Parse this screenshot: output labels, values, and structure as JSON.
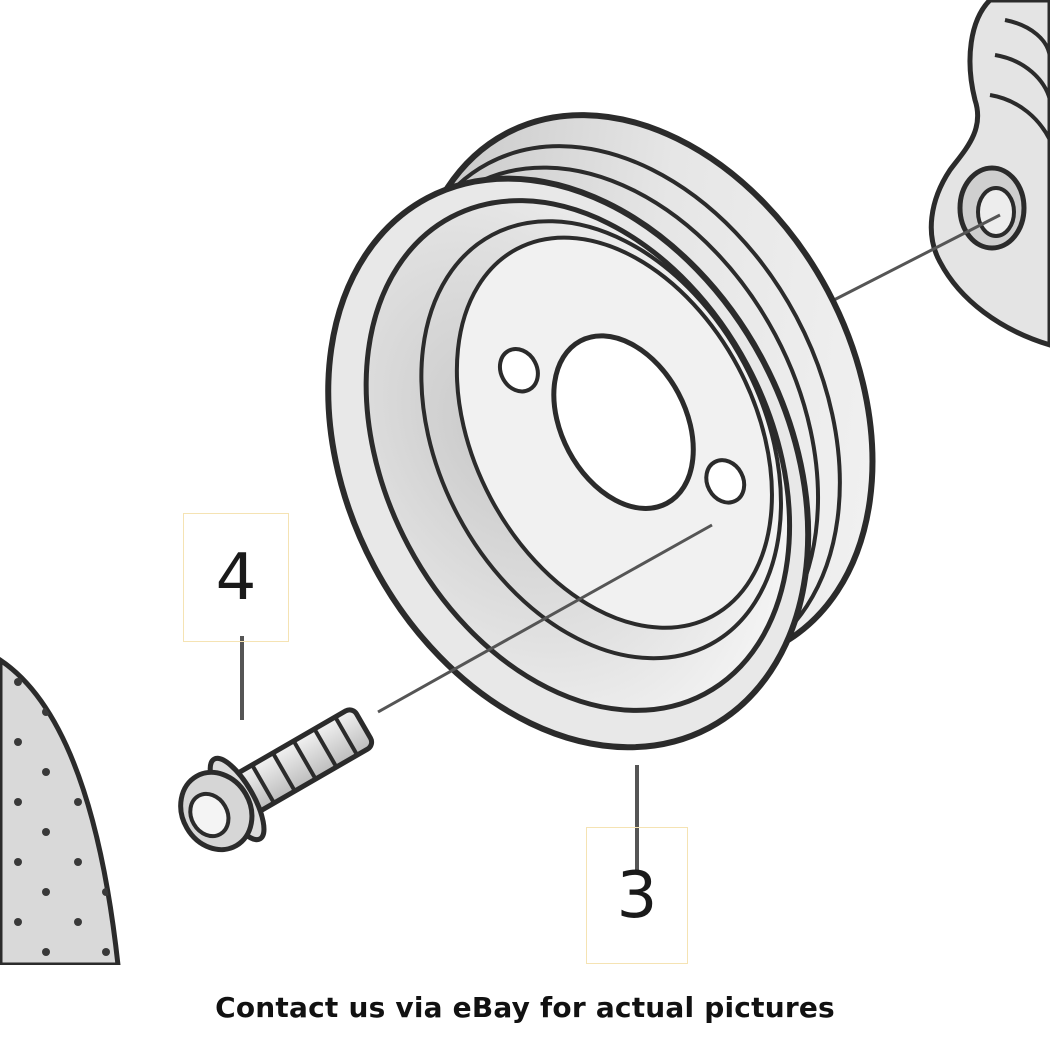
{
  "callouts": {
    "bolt_label": "4",
    "pulley_label": "3"
  },
  "footer": {
    "text": "Contact us via eBay for actual pictures"
  },
  "parts": [
    {
      "number": "3",
      "icon": "pulley-icon"
    },
    {
      "number": "4",
      "icon": "bolt-icon"
    }
  ],
  "colors": {
    "line": "#2b2b2b",
    "shading": "#d0d0d0",
    "callout_border": "#f5e3b3",
    "text": "#111111"
  }
}
